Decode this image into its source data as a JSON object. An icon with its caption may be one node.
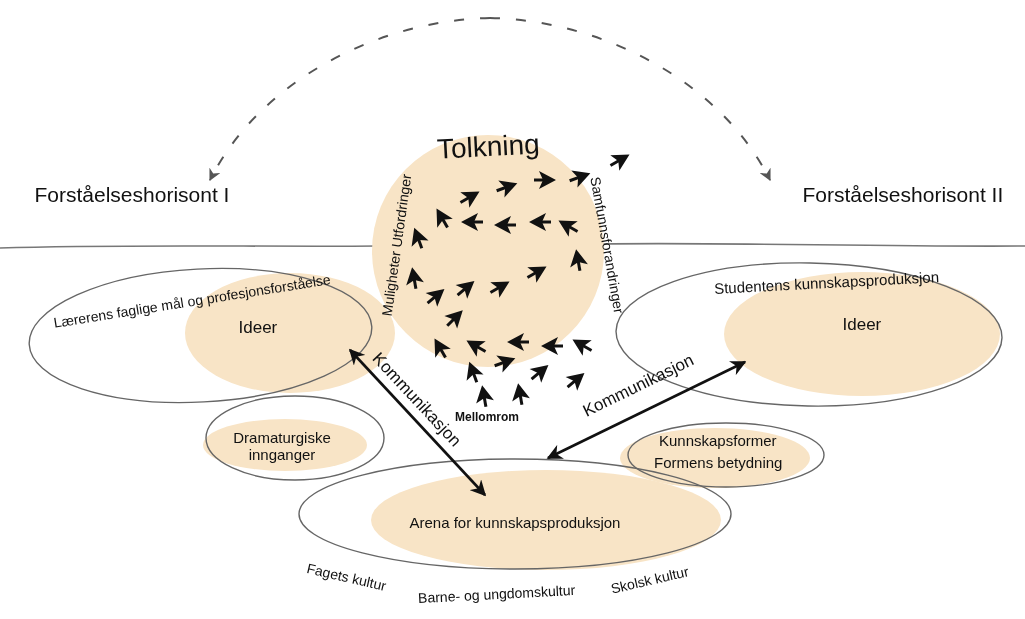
{
  "diagram": {
    "nodes": [
      {
        "text": [
          "Tolkning",
          "Muligheter Utfordringer",
          "Samfunnsforandringer"
        ]
      },
      {
        "text": [
          "Lærerens faglige mål og profesjonsforståelse",
          "Ideer"
        ]
      },
      {
        "text": [
          "Dramaturgiske innganger"
        ]
      },
      {
        "text": [
          "Studentens kunnskapsproduksjon",
          "Ideer"
        ]
      },
      {
        "text": [
          "Kunnskapsformer",
          "Formens betydning"
        ]
      },
      {
        "text": [
          "Arena for kunnskapsproduksjon"
        ],
        "beside": [
          "Fagets kultur",
          "Barne- og ungdomskultur",
          "Skolsk kultur"
        ]
      },
      {
        "text": [
          "Forståelseshorisont I"
        ]
      },
      {
        "text": [
          "Forståelseshorisont II"
        ]
      }
    ],
    "edges": [
      {
        "from": 1,
        "to": 5,
        "arrow": "both",
        "label": "Kommunikasjon"
      },
      {
        "from": 3,
        "to": 5,
        "arrow": "both",
        "label": "Kommunikasjon"
      },
      {
        "from": null,
        "to": 6,
        "arrow": "to",
        "style": "dashed"
      },
      {
        "from": null,
        "to": 7,
        "arrow": "to",
        "style": "dashed"
      }
    ],
    "labels": [
      "Mellomrom"
    ]
  }
}
